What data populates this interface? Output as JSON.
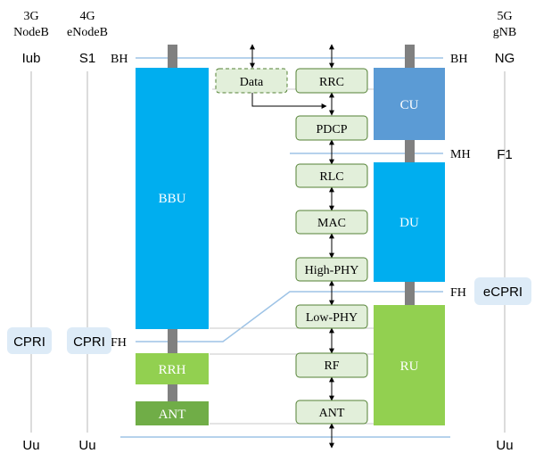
{
  "columns": {
    "g3": {
      "title_line1": "3G",
      "title_line2": "NodeB",
      "top_iface": "Iub",
      "mid_iface": "CPRI",
      "bottom_iface": "Uu"
    },
    "g4": {
      "title_line1": "4G",
      "title_line2": "eNodeB",
      "top_iface": "S1",
      "mid_iface": "CPRI",
      "bottom_iface": "Uu"
    },
    "g5": {
      "title_line1": "5G",
      "title_line2": "gNB",
      "top_iface": "NG",
      "mid_iface": "F1",
      "fronthaul_iface": "eCPRI",
      "bottom_iface": "Uu"
    }
  },
  "haul_labels": {
    "bh_left": "BH",
    "bh_right": "BH",
    "mh_right": "MH",
    "fh_right": "FH",
    "fh_left": "FH"
  },
  "blocks_4g": {
    "bbu": "BBU",
    "rrh": "RRH",
    "ant": "ANT"
  },
  "protocol_stack": {
    "data": "Data",
    "rrc": "RRC",
    "pdcp": "PDCP",
    "rlc": "RLC",
    "mac": "MAC",
    "high_phy": "High-PHY",
    "low_phy": "Low-PHY",
    "rf": "RF",
    "ant": "ANT"
  },
  "blocks_5g": {
    "cu": "CU",
    "du": "DU",
    "ru": "RU"
  },
  "colors": {
    "bbu": "#00aeef",
    "cu": "#5b9bd5",
    "du": "#00aeef",
    "ru": "#92d050",
    "rrh": "#92d050",
    "ant_block": "#70ad47",
    "stack_fill": "#e2efda",
    "stack_border": "#548235",
    "pole": "#808080",
    "haul_line": "#9dc3e6",
    "badge": "#ddebf7"
  }
}
